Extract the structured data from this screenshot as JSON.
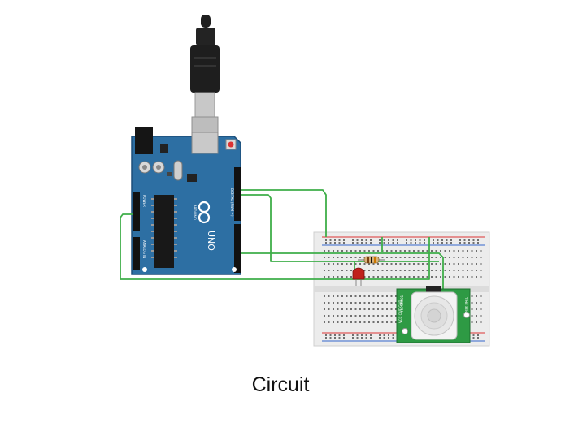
{
  "caption": "Circuit",
  "board": {
    "logo_text": "ARDUINO",
    "model_text": "UNO",
    "digital_label": "DIGITAL (PWM ~)",
    "power_label": "POWER",
    "analog_label": "ANALOG IN"
  },
  "pir": {
    "label_left": "VCC OUT GND",
    "label_right": "TIME SENS",
    "module_text": "HC-SR501"
  },
  "colors": {
    "board": "#2d6fa3",
    "wire": "#3fae49",
    "led": "#c0201c",
    "breadboard": "#ececec",
    "pir_pcb": "#2e9a44",
    "usb": "#1e1e1e"
  }
}
